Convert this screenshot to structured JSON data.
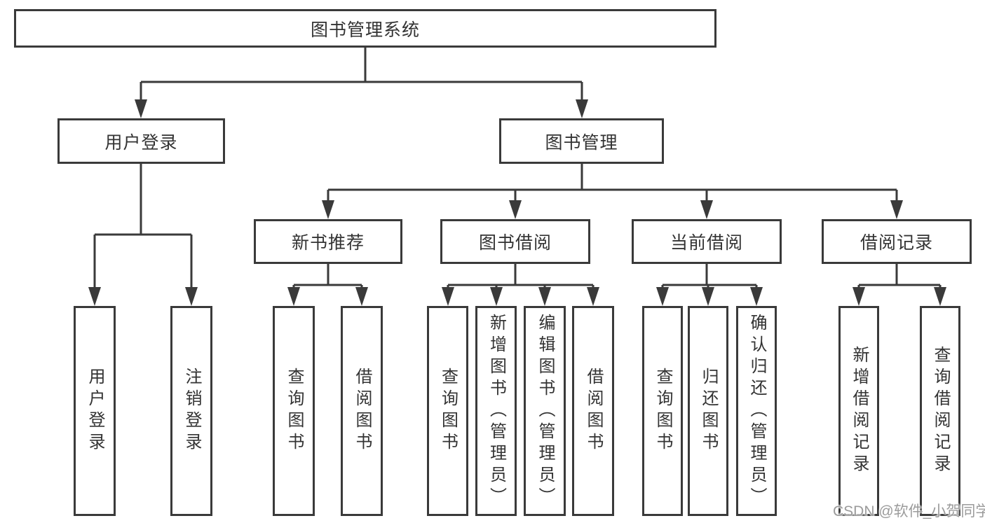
{
  "diagram": {
    "root": {
      "label": "图书管理系统"
    },
    "user_login": {
      "label": "用户登录",
      "children": {
        "login": {
          "label": "用户登录"
        },
        "logout": {
          "label": "注销登录"
        }
      }
    },
    "book_mgmt": {
      "label": "图书管理",
      "children": {
        "new_book_rec": {
          "label": "新书推荐",
          "children": {
            "query": {
              "label": "查询图书"
            },
            "borrow": {
              "label": "借阅图书"
            }
          }
        },
        "book_borrow": {
          "label": "图书借阅",
          "children": {
            "query": {
              "label": "查询图书"
            },
            "add": {
              "label": "新增图书（管理员）"
            },
            "edit": {
              "label": "编辑图书（管理员）"
            },
            "borrow": {
              "label": "借阅图书"
            }
          }
        },
        "current_borrow": {
          "label": "当前借阅",
          "children": {
            "query": {
              "label": "查询图书"
            },
            "return": {
              "label": "归还图书"
            },
            "confirm": {
              "label": "确认归还（管理员）"
            }
          }
        },
        "borrow_records": {
          "label": "借阅记录",
          "children": {
            "add": {
              "label": "新增借阅记录"
            },
            "query": {
              "label": "查询借阅记录"
            }
          }
        }
      }
    }
  },
  "watermark": {
    "text": "CSDN @软件_小贺同学"
  },
  "colors": {
    "line": "#3a3a3a",
    "border": "#3a3a3a",
    "text": "#333333",
    "watermark": "#9b9b9b",
    "background": "#ffffff"
  }
}
